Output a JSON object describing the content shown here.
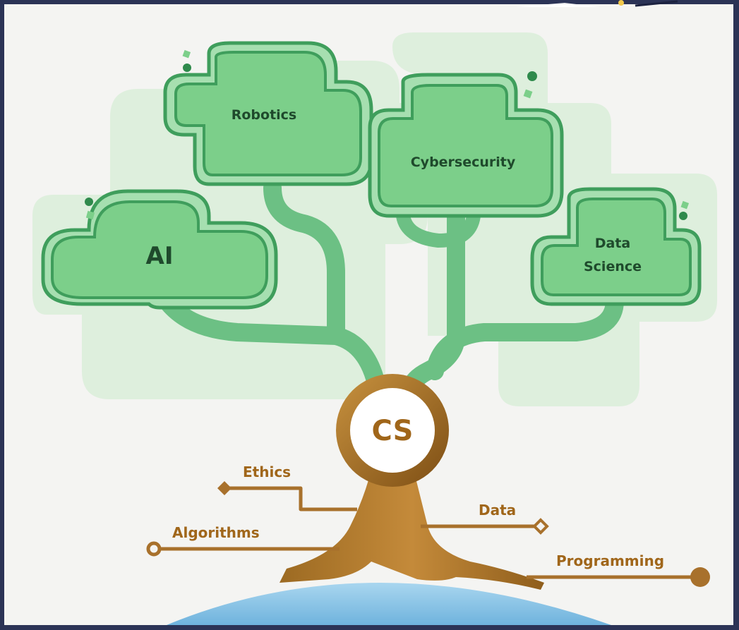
{
  "diagram": {
    "core": {
      "label": "CS"
    },
    "branches": [
      {
        "id": "ai",
        "label": "AI"
      },
      {
        "id": "robotics",
        "label": "Robotics"
      },
      {
        "id": "cybersecurity",
        "label": "Cybersecurity"
      },
      {
        "id": "data-science",
        "label_lines": [
          "Data",
          "Science"
        ]
      }
    ],
    "roots": [
      {
        "id": "ethics",
        "label": "Ethics"
      },
      {
        "id": "algorithms",
        "label": "Algorithms"
      },
      {
        "id": "data",
        "label": "Data"
      },
      {
        "id": "programming",
        "label": "Programming"
      }
    ],
    "colors": {
      "leaf_fill": "#7ccf8a",
      "leaf_border": "#3f9e5c",
      "leaf_outer": "#a6dfb0",
      "background_blob": "#dff0df",
      "trunk": "#b07a2c",
      "root_line": "#a8712c",
      "root_text": "#a0661a",
      "globe": "#8fc8e8"
    }
  }
}
